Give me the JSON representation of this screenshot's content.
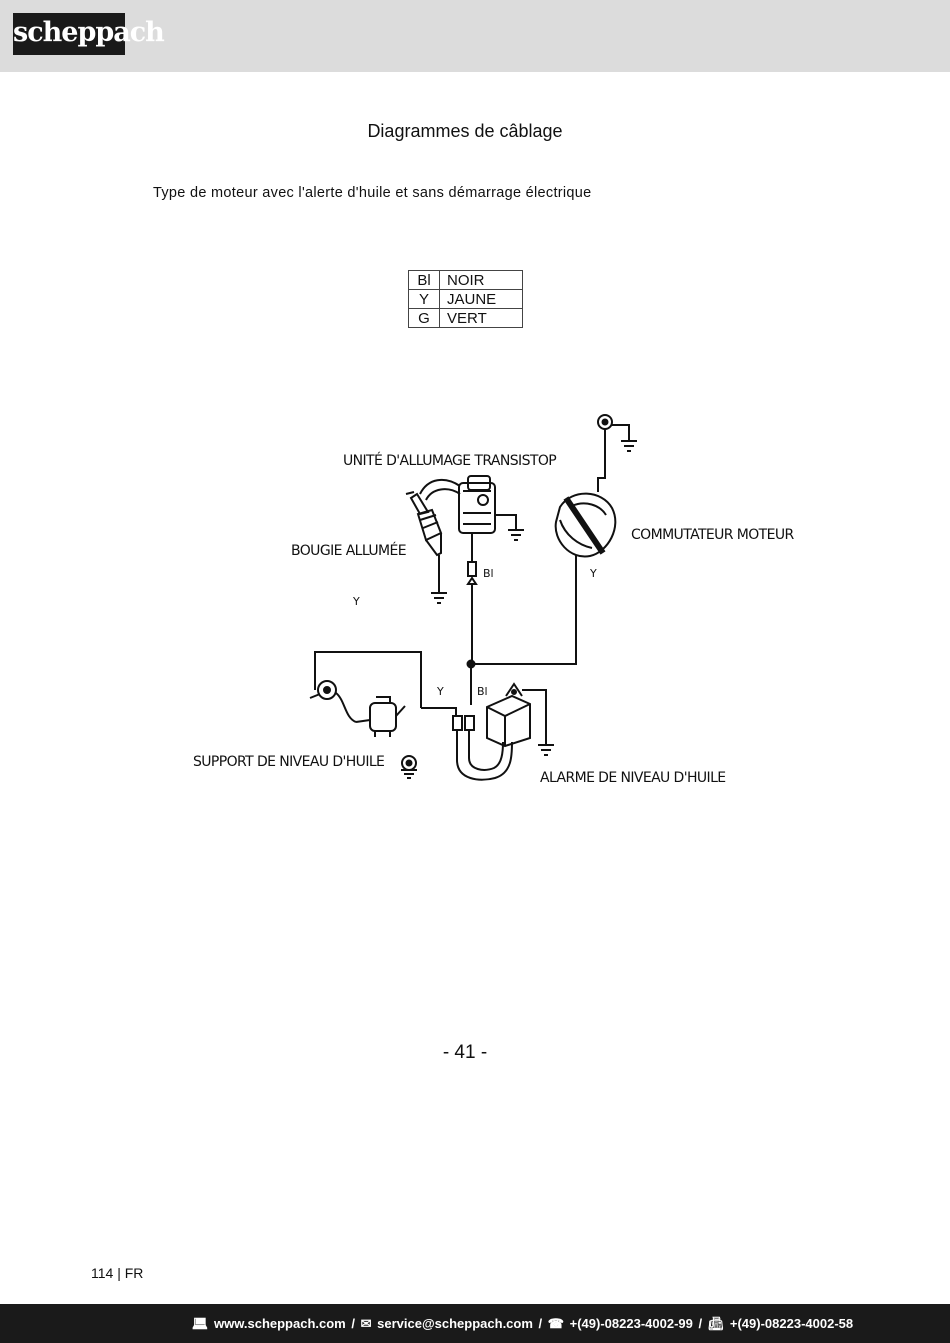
{
  "header": {
    "logo_text": "scheppach"
  },
  "document": {
    "title": "Diagrammes de câblage",
    "subtitle": "Type de moteur avec l'alerte d'huile et sans démarrage électrique",
    "legend": [
      {
        "code": "Bl",
        "name": "NOIR"
      },
      {
        "code": "Y",
        "name": "JAUNE"
      },
      {
        "code": "G",
        "name": "VERT"
      }
    ]
  },
  "diagram": {
    "components": {
      "ignition_unit": "UNITÉ D'ALLUMAGE TRANSISTOP",
      "spark_plug": "BOUGIE ALLUMÉE",
      "engine_switch": "COMMUTATEUR MOTEUR",
      "oil_level_holder": "SUPPORT DE NIVEAU D'HUILE",
      "oil_level_alarm": "ALARME DE NIVEAU D'HUILE"
    },
    "wire_labels": {
      "ignition_output": "Bl",
      "switch_output": "Y",
      "spark_side": "Y",
      "alarm_yellow": "Y",
      "alarm_black": "Bl"
    }
  },
  "page": {
    "number": "- 41 -",
    "footer_page": "114",
    "footer_lang": "FR"
  },
  "footer": {
    "website": "www.scheppach.com",
    "email": "service@scheppach.com",
    "phone": "+(49)-08223-4002-99",
    "fax": "+(49)-08223-4002-58",
    "separator": "/",
    "icons": [
      "computer-icon",
      "email-icon",
      "phone-icon",
      "fax-icon"
    ]
  }
}
